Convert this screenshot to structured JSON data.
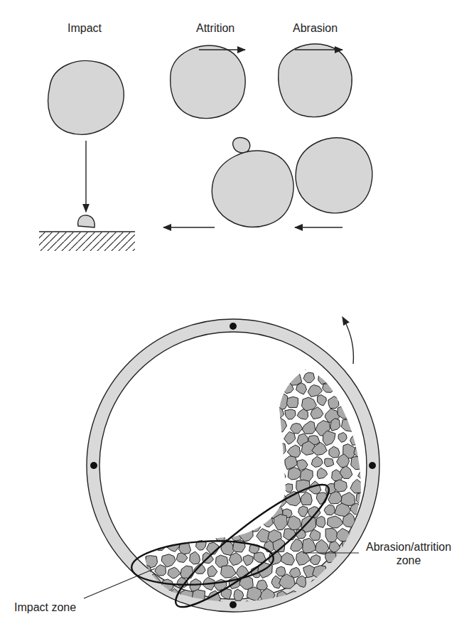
{
  "diagram": {
    "labels": [
      "Impact",
      "Attrition",
      "Abrasion",
      "Abrasion/attrition zone",
      "Impact zone"
    ]
  }
}
